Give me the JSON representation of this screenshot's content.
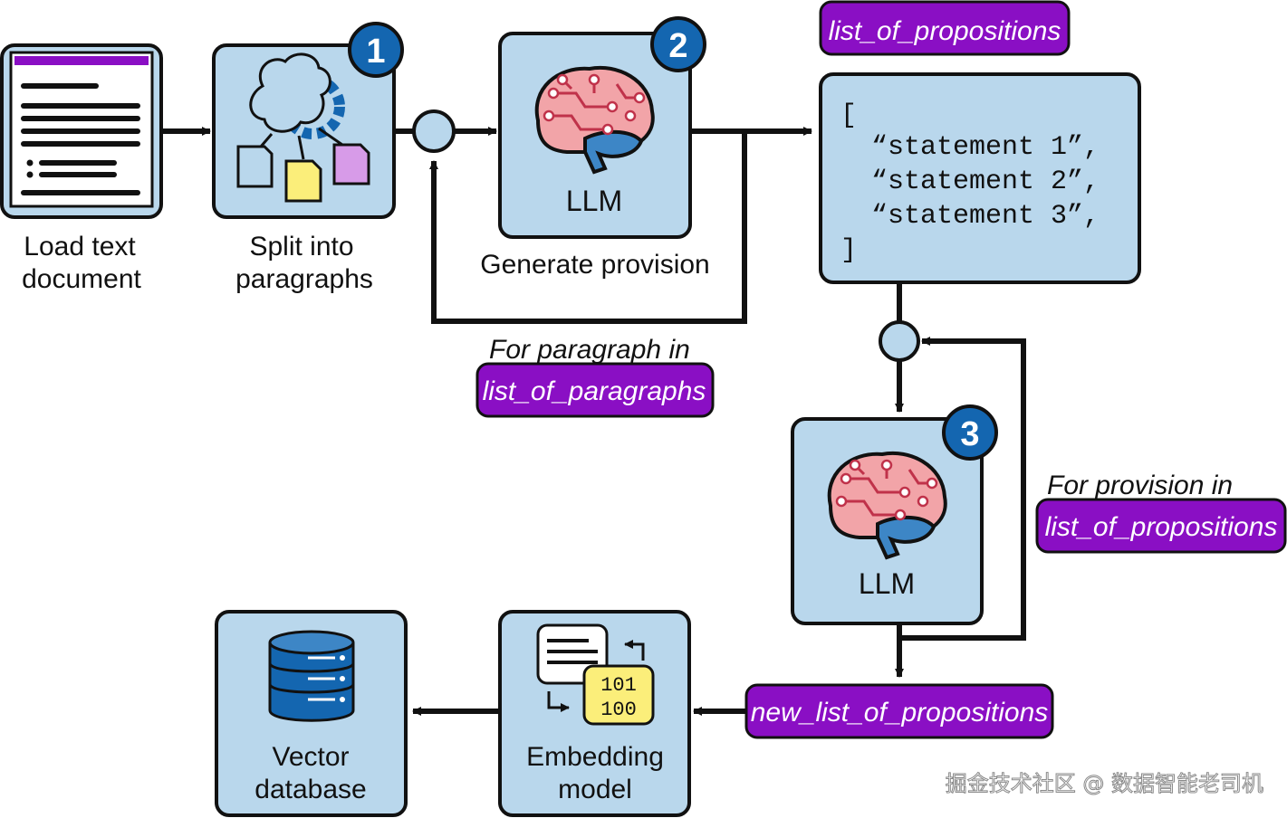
{
  "steps": {
    "load": {
      "label_line1": "Load text",
      "label_line2": "document"
    },
    "split": {
      "label_line1": "Split into",
      "label_line2": "paragraphs",
      "badge": "1"
    },
    "generate": {
      "box_label": "LLM",
      "caption": "Generate provision",
      "badge": "2"
    },
    "llm3": {
      "box_label": "LLM",
      "badge": "3"
    },
    "embedding": {
      "label_line1": "Embedding",
      "label_line2": "model",
      "bits_line1": "101",
      "bits_line2": "100"
    },
    "vector": {
      "label_line1": "Vector",
      "label_line2": "database"
    }
  },
  "output_list": {
    "open_bracket": "[",
    "items": [
      "“statement 1”,",
      "“statement 2”,",
      "“statement 3”,"
    ],
    "close_bracket": "]"
  },
  "tags": {
    "propositions_top": "list_of_propositions",
    "paragraphs": "list_of_paragraphs",
    "propositions_side": "list_of_propositions",
    "new_propositions": "new_list_of_propositions"
  },
  "loop_labels": {
    "paragraph_loop": "For paragraph in",
    "provision_loop": "For provision in"
  },
  "watermark": "掘金技术社区 @ 数据智能老司机",
  "colors": {
    "box_fill": "#b9d7ec",
    "tag_fill": "#8a0fc4",
    "badge_fill": "#1466b0",
    "brain_pink": "#f2a4a8",
    "brain_blue": "#3d86c6",
    "doc_yellow": "#fbee7a",
    "doc_purple": "#d79be8"
  }
}
